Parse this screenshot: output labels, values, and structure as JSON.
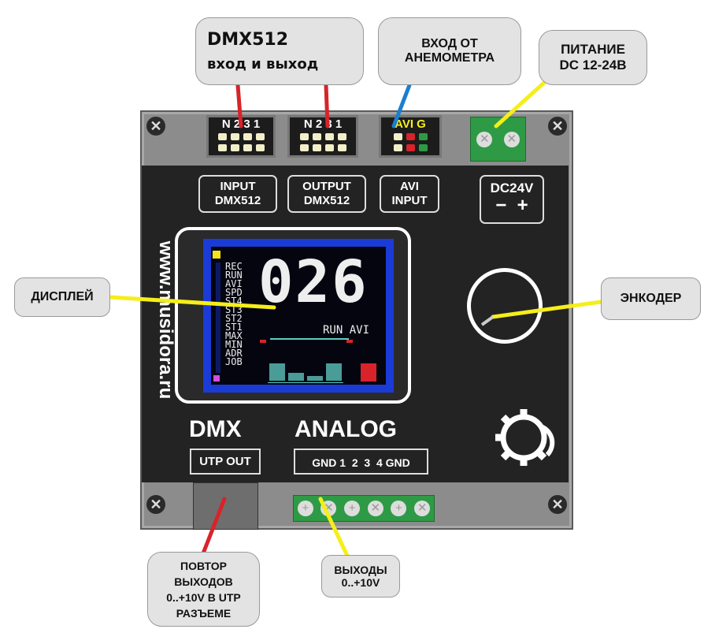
{
  "callouts": {
    "dmx": {
      "line1": "DMX512",
      "line2": "вход и выход"
    },
    "anemometer": {
      "line1": "ВХОД ОТ",
      "line2": "АНЕМОМЕТРА"
    },
    "power": {
      "line1": "ПИТАНИЕ",
      "line2": "DC 12-24В"
    },
    "display": "ДИСПЛЕЙ",
    "encoder": "ЭНКОДЕР",
    "utp_repeat": [
      "ПОВТОР",
      "ВЫХОДОВ",
      "0..+10V В UTP",
      "РАЗЪЕМЕ"
    ],
    "outputs": [
      "ВЫХОДЫ",
      "0..+10V"
    ]
  },
  "connectors": {
    "dmx_in_pins": "N 2 3 1",
    "dmx_out_pins": "N 2 3 1",
    "avi_pins": "AVI G"
  },
  "labels": {
    "input": [
      "INPUT",
      "DMX512"
    ],
    "output": [
      "OUTPUT",
      "DMX512"
    ],
    "avi": [
      "AVI",
      "INPUT"
    ],
    "dc": "DC24V",
    "dc_minus": "−",
    "dc_plus": "+",
    "website": "www.musidora.ru",
    "dmx": "DMX",
    "analog": "ANALOG",
    "utp_out": "UTP OUT",
    "analog_pins": "GND 1  2  3  4 GND"
  },
  "screen": {
    "menu": [
      "REC",
      "RUN",
      "AVI",
      "SPD",
      "ST4",
      "ST3",
      "ST2",
      "ST1",
      "MAX",
      "MIN",
      "ADR",
      "JOB"
    ],
    "value": "026",
    "status": "RUN AVI",
    "bars": [
      0.75,
      0.35,
      0.2,
      0.75
    ]
  },
  "colors": {
    "red": "#d8232a",
    "yellow": "#f5ee1a",
    "blue": "#1a7fd0",
    "green": "#2e9a45"
  }
}
